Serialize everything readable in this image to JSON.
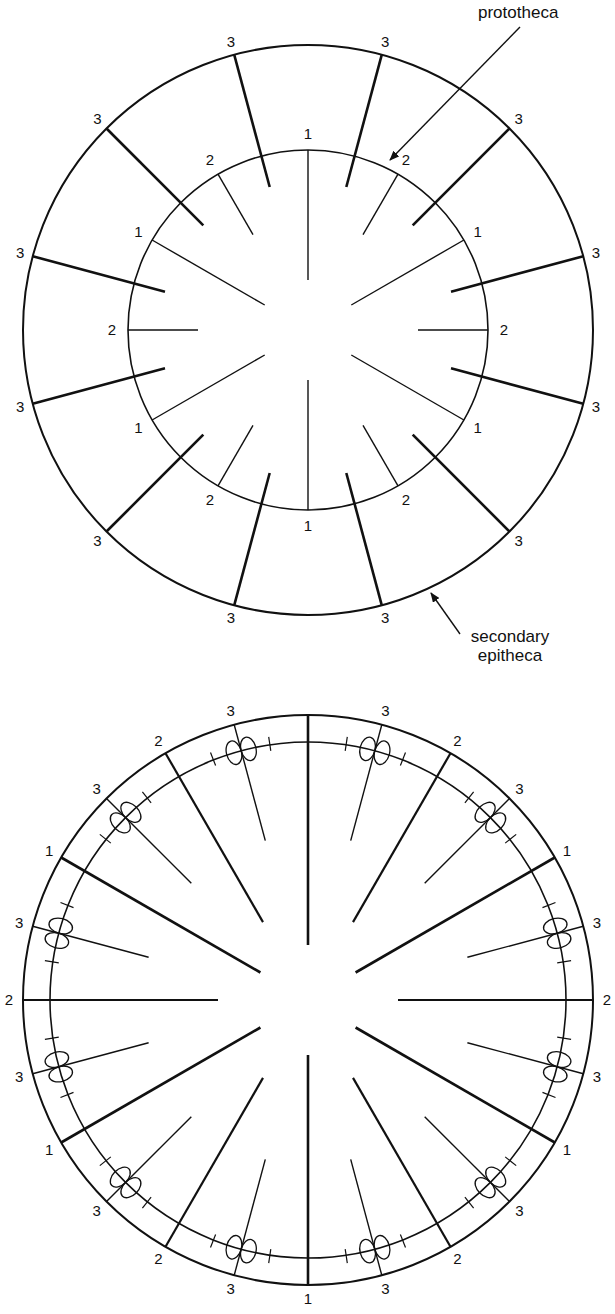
{
  "diagram": {
    "labels": [
      "prototheca",
      "secondary epitheca",
      "1",
      "3",
      "2",
      "3",
      "1",
      "3",
      "2",
      "3",
      "1",
      "3",
      "2",
      "3",
      "1",
      "3",
      "2",
      "3",
      "1",
      "3",
      "2",
      "3",
      "1",
      "3",
      "2",
      "3",
      "3",
      "2",
      "3",
      "1",
      "3",
      "2",
      "3",
      "1",
      "3",
      "2",
      "3",
      "1",
      "3",
      "2",
      "3",
      "1",
      "3",
      "2",
      "3",
      "1",
      "3",
      "2",
      "3"
    ]
  }
}
